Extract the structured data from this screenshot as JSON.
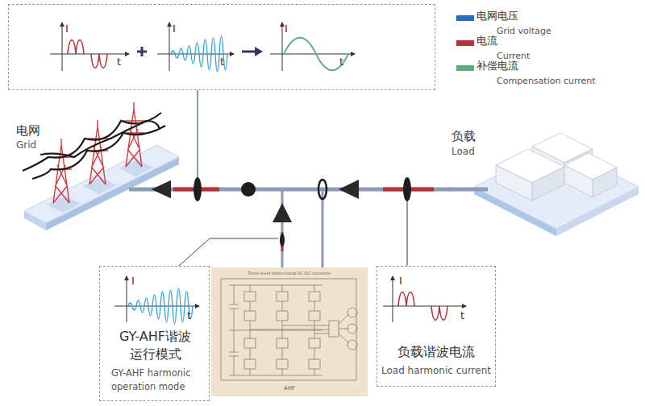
{
  "diagram": {
    "nodes": [
      {
        "text": [
          "I",
          "t",
          "I",
          "t",
          "I",
          "t"
        ]
      },
      {
        "text": [
          "电网",
          "Grid"
        ]
      },
      {
        "text": [
          "负载",
          "Load"
        ]
      },
      {
        "text": [
          "I",
          "t",
          "GY-AHF谐波运行模式",
          "GY-AHF harmonic operation mode"
        ]
      },
      {
        "text": [
          "Three-level bidirectional AC-DC converter",
          "AHF"
        ]
      },
      {
        "text": [
          "I",
          "t",
          "负载谐波电流",
          "Load harmonic current"
        ]
      }
    ],
    "edges": [
      {
        "from": 2,
        "to": 1,
        "arrow": "to"
      },
      {
        "from": 4,
        "to": 1,
        "arrow": "to"
      }
    ],
    "labels": [
      "Grid voltage",
      "Current",
      "Compensation current"
    ],
    "legend": [
      {
        "text": "电网电压",
        "color": "#1f6fbf"
      },
      {
        "text": "电流",
        "color": "#b83236"
      },
      {
        "text": "补偿电流",
        "color": "#5dae7f"
      }
    ]
  }
}
